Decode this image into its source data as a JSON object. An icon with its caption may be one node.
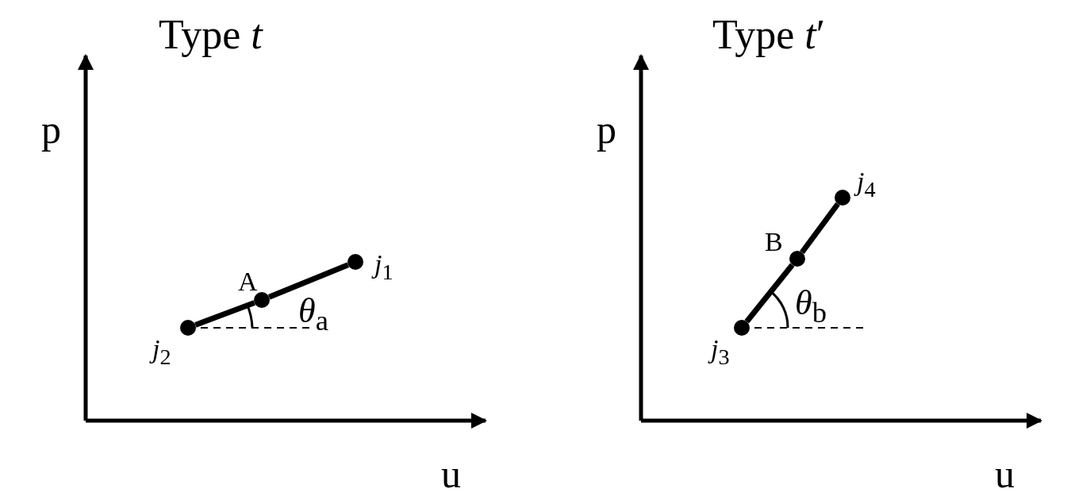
{
  "diagram": {
    "nodes": [
      {
        "text": [],
        "shape": "circle",
        "beside": [
          "*j*$_{1}$"
        ]
      },
      {
        "text": [],
        "shape": "circle",
        "beside": [
          "A"
        ]
      },
      {
        "text": [],
        "shape": "circle",
        "beside": [
          "*j*$_{2}$"
        ]
      },
      {
        "text": [],
        "shape": "circle",
        "beside": [
          "*j*$_{4}$"
        ]
      },
      {
        "text": [],
        "shape": "circle",
        "beside": [
          "B"
        ]
      },
      {
        "text": [],
        "shape": "circle",
        "beside": [
          "*j*$_{3}$"
        ]
      }
    ],
    "edges": [
      {
        "from": 2,
        "to": 1,
        "arrow": "none"
      },
      {
        "from": 1,
        "to": 0,
        "arrow": "none"
      },
      {
        "from": 5,
        "to": 4,
        "arrow": "none"
      },
      {
        "from": 4,
        "to": 3,
        "arrow": "none"
      }
    ],
    "labels": [
      "Type *t*",
      "Type *t*′",
      "p",
      "p",
      "*θ*$_{a}$",
      "*θ*$_{b}$",
      "u",
      "u"
    ]
  }
}
